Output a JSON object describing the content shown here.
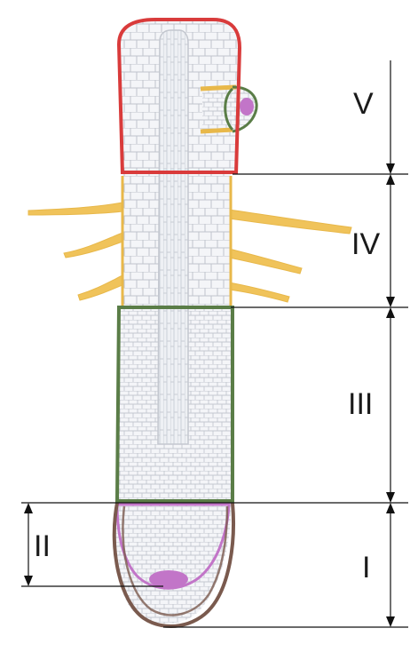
{
  "diagram": {
    "subject": "root-zones",
    "zone_labels": {
      "v": "V",
      "iv": "IV",
      "iii": "III",
      "ii": "II",
      "i": "I"
    },
    "colors": {
      "zone_v_outline": "#d93b3b",
      "zone_iv_outline": "#e8b84a",
      "root_hair_fill": "#f0c35a",
      "zone_iii_outline": "#5a7d47",
      "meristem_fill": "#c275c8",
      "root_cap_outline": "#7a5a4e",
      "cell_lines": "#b9bec6",
      "cell_fill": "#f3f4f7",
      "dimension_lines": "#111111"
    },
    "icons": {
      "lateral_root": "lateral-root-bud-icon"
    }
  }
}
